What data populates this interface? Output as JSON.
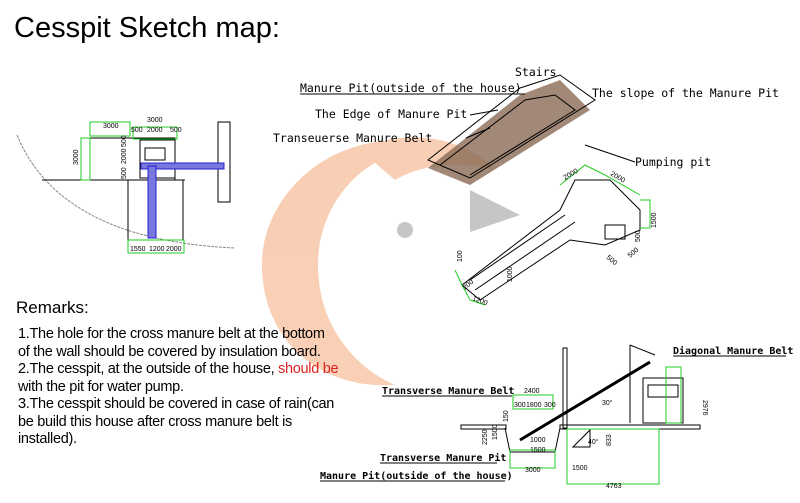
{
  "title": "Cesspit Sketch map:",
  "remarks": {
    "heading": "Remarks:",
    "lines": [
      "1.The hole for the cross manure belt at the bottom",
      "of the wall should be covered by insulation board.",
      "2.The cesspit, at the outside of the house, ",
      "should be",
      "with the pit for water pump.",
      "3.The cesspit should be covered in case of rain(can",
      "be build this house after cross manure belt is",
      "installed)."
    ]
  },
  "plan_view": {
    "dims": [
      "3000",
      "3000",
      "500",
      "2000",
      "500",
      "3000",
      "500",
      "2000",
      "500",
      "1550",
      "1200",
      "2000"
    ]
  },
  "iso_view": {
    "labels": [
      "Manure Pit(outside of the house)",
      "Stairs",
      "The slope of the Manure Pit",
      "The Edge of Manure Pit",
      "Transeuerse Manure Belt",
      "Pumping pit"
    ],
    "dims": [
      "2000",
      "2000",
      "1500",
      "500",
      "500",
      "500",
      "100",
      "200",
      "1200",
      "1000"
    ]
  },
  "section_view": {
    "labels": [
      "Diagonal Manure Belt",
      "Transverse Manure Belt",
      "Transverse Manure Pit",
      "Manure Pit(outside of the house)"
    ],
    "dims": [
      "2400",
      "300",
      "1800",
      "300",
      "150",
      "2250",
      "1500",
      "1000",
      "1500",
      "3000",
      "30°",
      "40°",
      "833",
      "1500",
      "4763",
      "2976"
    ]
  },
  "colors": {
    "watermark": "#f7c9a8",
    "dimension": "#22cc22",
    "belt": "#2222cc"
  }
}
